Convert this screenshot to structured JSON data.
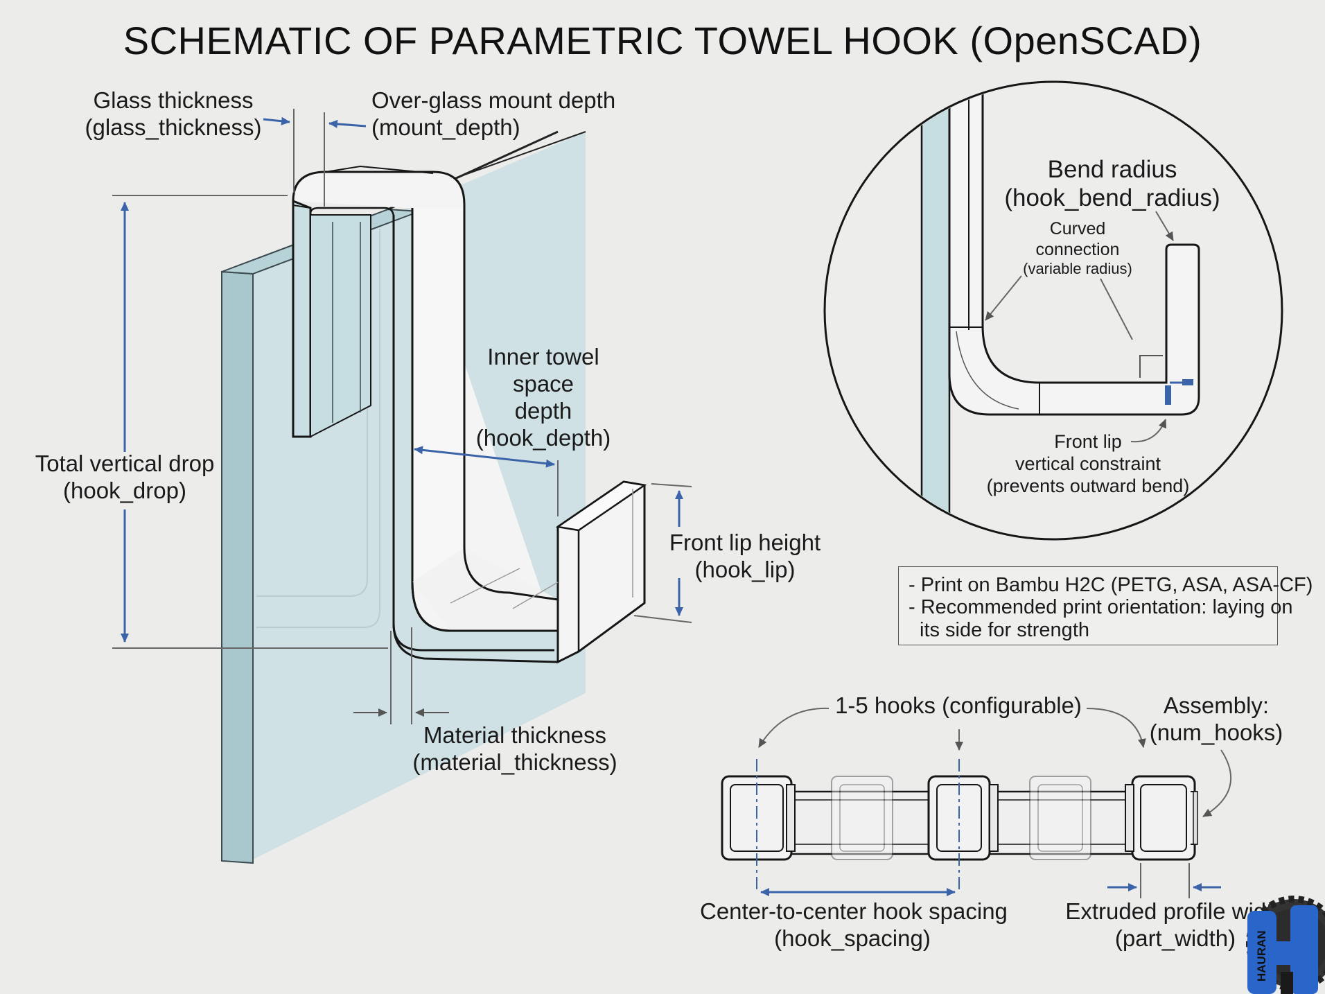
{
  "title": "SCHEMATIC OF PARAMETRIC TOWEL HOOK  (OpenSCAD)",
  "labels": {
    "glass_thickness": [
      "Glass thickness",
      "(glass_thickness)"
    ],
    "mount_depth": [
      "Over-glass mount depth",
      "(mount_depth)"
    ],
    "hook_drop": [
      "Total vertical drop",
      "(hook_drop)"
    ],
    "hook_depth": [
      "Inner towel",
      "space",
      "depth",
      "(hook_depth)"
    ],
    "hook_lip": [
      "Front lip height",
      "(hook_lip)"
    ],
    "material_thickness": [
      "Material thickness",
      "(material_thickness)"
    ],
    "bend_radius": [
      "Bend radius",
      "(hook_bend_radius)"
    ],
    "curved_connection": [
      "Curved",
      "connection",
      "(variable radius)"
    ],
    "front_lip_constraint": [
      "Front lip",
      "vertical constraint",
      "(prevents outward bend)"
    ],
    "num_hooks_range": "1-5 hooks (configurable)",
    "assembly": [
      "Assembly:",
      "(num_hooks)"
    ],
    "hook_spacing": [
      "Center-to-center hook spacing",
      "(hook_spacing)"
    ],
    "part_width": [
      "Extruded profile width",
      "(part_width)"
    ]
  },
  "notes": [
    "- Print on Bambu H2C (PETG, ASA, ASA-CF)",
    "- Recommended print orientation: laying on",
    "  its side for strength"
  ],
  "logo": {
    "text": "HAURAN",
    "letter": "H"
  },
  "colors": {
    "background": "#ececeb",
    "glass": "#c6dde2",
    "accent": "#3a63a8",
    "outline": "#161616"
  }
}
